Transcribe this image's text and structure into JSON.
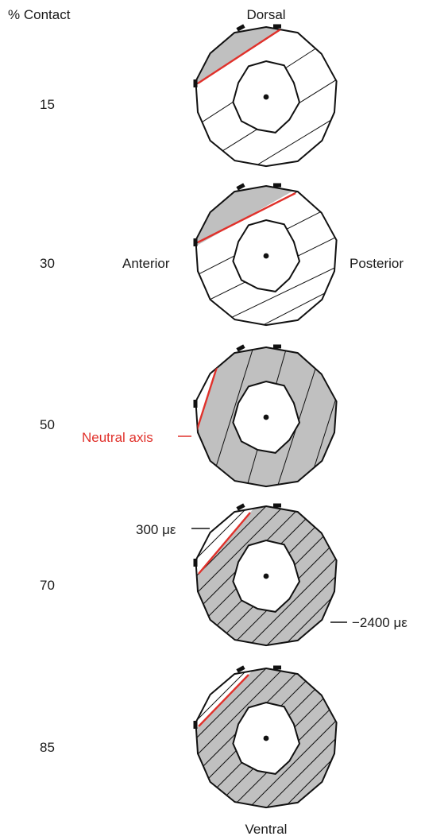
{
  "header": {
    "percent_contact": "% Contact",
    "dorsal": "Dorsal",
    "ventral": "Ventral"
  },
  "labels": {
    "anterior": "Anterior",
    "posterior": "Posterior",
    "neutral_axis": "Neutral axis",
    "strain_positive": "300 με",
    "strain_negative": "−2400 με"
  },
  "sections": [
    {
      "percent": "15",
      "shaded": "dorsal"
    },
    {
      "percent": "30",
      "shaded": "dorsal"
    },
    {
      "percent": "50",
      "shaded": "ventral"
    },
    {
      "percent": "70",
      "shaded": "ventral"
    },
    {
      "percent": "85",
      "shaded": "ventral"
    }
  ],
  "colors": {
    "neutral_axis": "#e0312b",
    "shade": "#c0c0c0",
    "outline": "#111111"
  }
}
